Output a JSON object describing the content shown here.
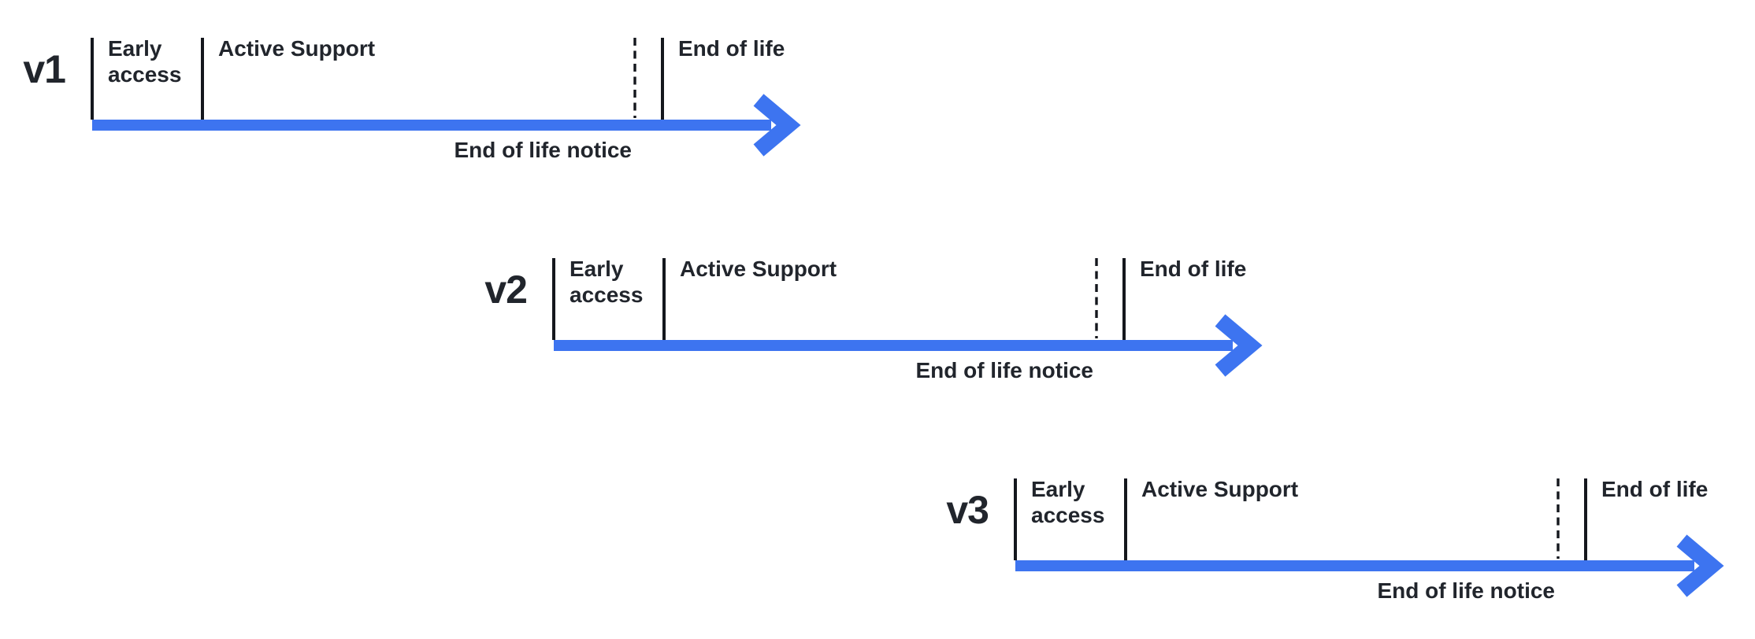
{
  "diagram": {
    "type": "version-lifecycle-timelines",
    "colors": {
      "arrow_blue": "#3D74F0",
      "line_dark": "#14171D",
      "text_dark": "#21252C",
      "background": "#FFFFFF"
    },
    "phase_labels": {
      "early_access": "Early access",
      "active_support": "Active Support",
      "end_of_life": "End of life",
      "end_of_life_notice": "End of life notice"
    },
    "rows": [
      {
        "version": "v1"
      },
      {
        "version": "v2"
      },
      {
        "version": "v3"
      }
    ]
  }
}
